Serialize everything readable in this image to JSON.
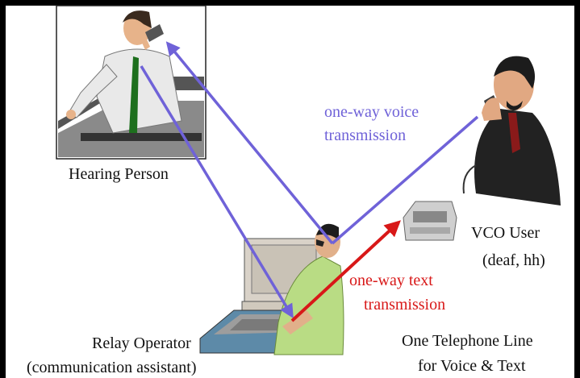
{
  "labels": {
    "hearing_person": "Hearing Person",
    "voice_line1": "one-way voice",
    "voice_line2": "transmission",
    "vco_user_line1": "VCO User",
    "vco_user_line2": "(deaf, hh)",
    "text_line1": "one-way text",
    "text_line2": "transmission",
    "relay_operator_line1": "Relay Operator",
    "relay_operator_line2": "(communication assistant)",
    "telephone_line1": "One Telephone Line",
    "telephone_line2": "for Voice & Text"
  },
  "colors": {
    "voice": "#6f62d8",
    "text": "#d81818",
    "frame": "#000000",
    "background": "#ffffff"
  },
  "icons": [
    "hearing-person-illustration",
    "vco-user-illustration",
    "relay-operator-illustration",
    "tty-device-icon"
  ]
}
